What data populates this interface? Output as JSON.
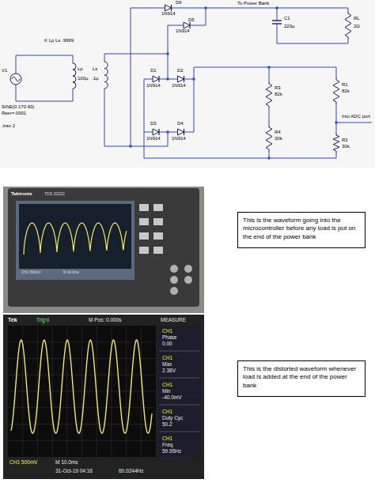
{
  "diagram": {
    "nodes": [
      {
        "text": [
          "This is the waveform going into the microcontroller before any load is put on the end of the power bank"
        ]
      },
      {
        "text": [
          "This is the distorted waveform whenever load is added at the end of the power bank"
        ]
      }
    ],
    "labels": [
      "D6",
      "1N914",
      "D5",
      "1N914",
      "To Power Bank",
      "C1",
      "220µ",
      "RL",
      "2Ω",
      "V1",
      "SINE(0 170 60)",
      "Rser=.0001",
      ".tran 2",
      "K Lp Ls .9999",
      "Lp",
      "100µ",
      "Ls",
      ".1µ",
      "D1",
      "1N914",
      "D2",
      "1N914",
      "D3",
      "1N914",
      "D4",
      "1N914",
      "R3",
      "82k",
      "R4",
      "30k",
      "R1",
      "82k",
      "R2",
      "30k",
      "Into ADC port",
      "Tektronix",
      "TDS 2022C",
      "CH1 500mV",
      "M 10.0ms",
      "Tek",
      "Trig'd",
      "M Pos: 0.000s",
      "MEASURE",
      "CH1",
      "Phase",
      "0.00",
      "CH1",
      "Max",
      "2.38V",
      "CH1",
      "Min",
      "-40.0mV",
      "CH1",
      "Duty Cyc",
      "50.2",
      "CH1",
      "Freq",
      "59.95Hz",
      "CH1 500mV",
      "M 10.0ms",
      "31-Oct-19 04:16",
      "60.0244Hz"
    ]
  }
}
